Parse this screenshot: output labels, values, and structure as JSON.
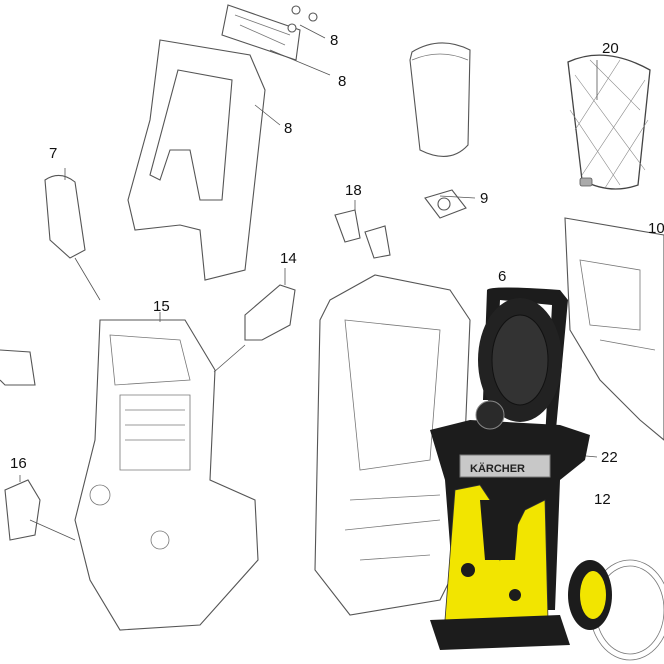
{
  "diagram": {
    "title": "Pressure washer exploded parts view",
    "brand_logo": "KÄRCHER",
    "colors": {
      "yellow": "#f2e500",
      "black": "#1c1c1c",
      "line": "#555555"
    },
    "labels": [
      {
        "id": "8a",
        "text": "8"
      },
      {
        "id": "8b",
        "text": "8"
      },
      {
        "id": "8c",
        "text": "8"
      },
      {
        "id": "20",
        "text": "20"
      },
      {
        "id": "7",
        "text": "7"
      },
      {
        "id": "9",
        "text": "9"
      },
      {
        "id": "18",
        "text": "18"
      },
      {
        "id": "10",
        "text": "10"
      },
      {
        "id": "14",
        "text": "14"
      },
      {
        "id": "6",
        "text": "6"
      },
      {
        "id": "15",
        "text": "15"
      },
      {
        "id": "22",
        "text": "22"
      },
      {
        "id": "16",
        "text": "16"
      },
      {
        "id": "12",
        "text": "12"
      }
    ]
  }
}
